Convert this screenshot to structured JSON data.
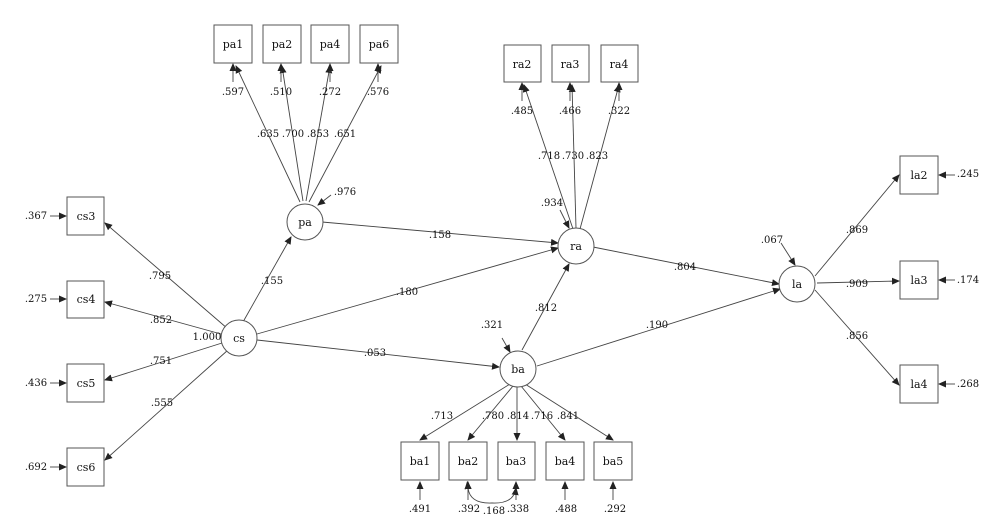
{
  "latent": {
    "cs": {
      "label": "cs",
      "variance": "1.000"
    },
    "pa": {
      "label": "pa",
      "r2": ".976"
    },
    "ra": {
      "label": "ra",
      "r2": ".934"
    },
    "ba": {
      "label": "ba",
      "r2": ".321"
    },
    "la": {
      "label": "la",
      "r2": ".067"
    }
  },
  "indicators": {
    "pa1": {
      "label": "pa1",
      "loading": ".635",
      "r2": ".597"
    },
    "pa2": {
      "label": "pa2",
      "loading": ".700",
      "r2": ".510"
    },
    "pa4": {
      "label": "pa4",
      "loading": ".853",
      "r2": ".272"
    },
    "pa6": {
      "label": "pa6",
      "loading": ".651",
      "r2": ".576"
    },
    "ra2": {
      "label": "ra2",
      "loading": ".718",
      "r2": ".485"
    },
    "ra3": {
      "label": "ra3",
      "loading": ".730",
      "r2": ".466"
    },
    "ra4": {
      "label": "ra4",
      "loading": ".823",
      "r2": ".322"
    },
    "cs3": {
      "label": "cs3",
      "loading": ".795",
      "r2": ".367"
    },
    "cs4": {
      "label": "cs4",
      "loading": ".852",
      "r2": ".275"
    },
    "cs5": {
      "label": "cs5",
      "loading": ".751",
      "r2": ".436"
    },
    "cs6": {
      "label": "cs6",
      "loading": ".555",
      "r2": ".692"
    },
    "ba1": {
      "label": "ba1",
      "loading": ".713",
      "r2": ".491"
    },
    "ba2": {
      "label": "ba2",
      "loading": ".780",
      "r2": ".392"
    },
    "ba3": {
      "label": "ba3",
      "loading": ".814",
      "r2": ".338"
    },
    "ba4": {
      "label": "ba4",
      "loading": ".716",
      "r2": ".488"
    },
    "ba5": {
      "label": "ba5",
      "loading": ".841",
      "r2": ".292"
    },
    "la2": {
      "label": "la2",
      "loading": ".869",
      "r2": ".245"
    },
    "la3": {
      "label": "la3",
      "loading": ".909",
      "r2": ".174"
    },
    "la4": {
      "label": "la4",
      "loading": ".856",
      "r2": ".268"
    }
  },
  "paths": {
    "cs_pa": ".155",
    "cs_ra": ".180",
    "cs_ba": ".053",
    "pa_ra": ".158",
    "ba_ra": ".812",
    "ra_la": ".804",
    "ba_la": ".190"
  },
  "covariances": {
    "ba2_ba3": ".168"
  },
  "colors": {
    "line": "#444444",
    "box_stroke": "#555555",
    "background": "#ffffff"
  }
}
